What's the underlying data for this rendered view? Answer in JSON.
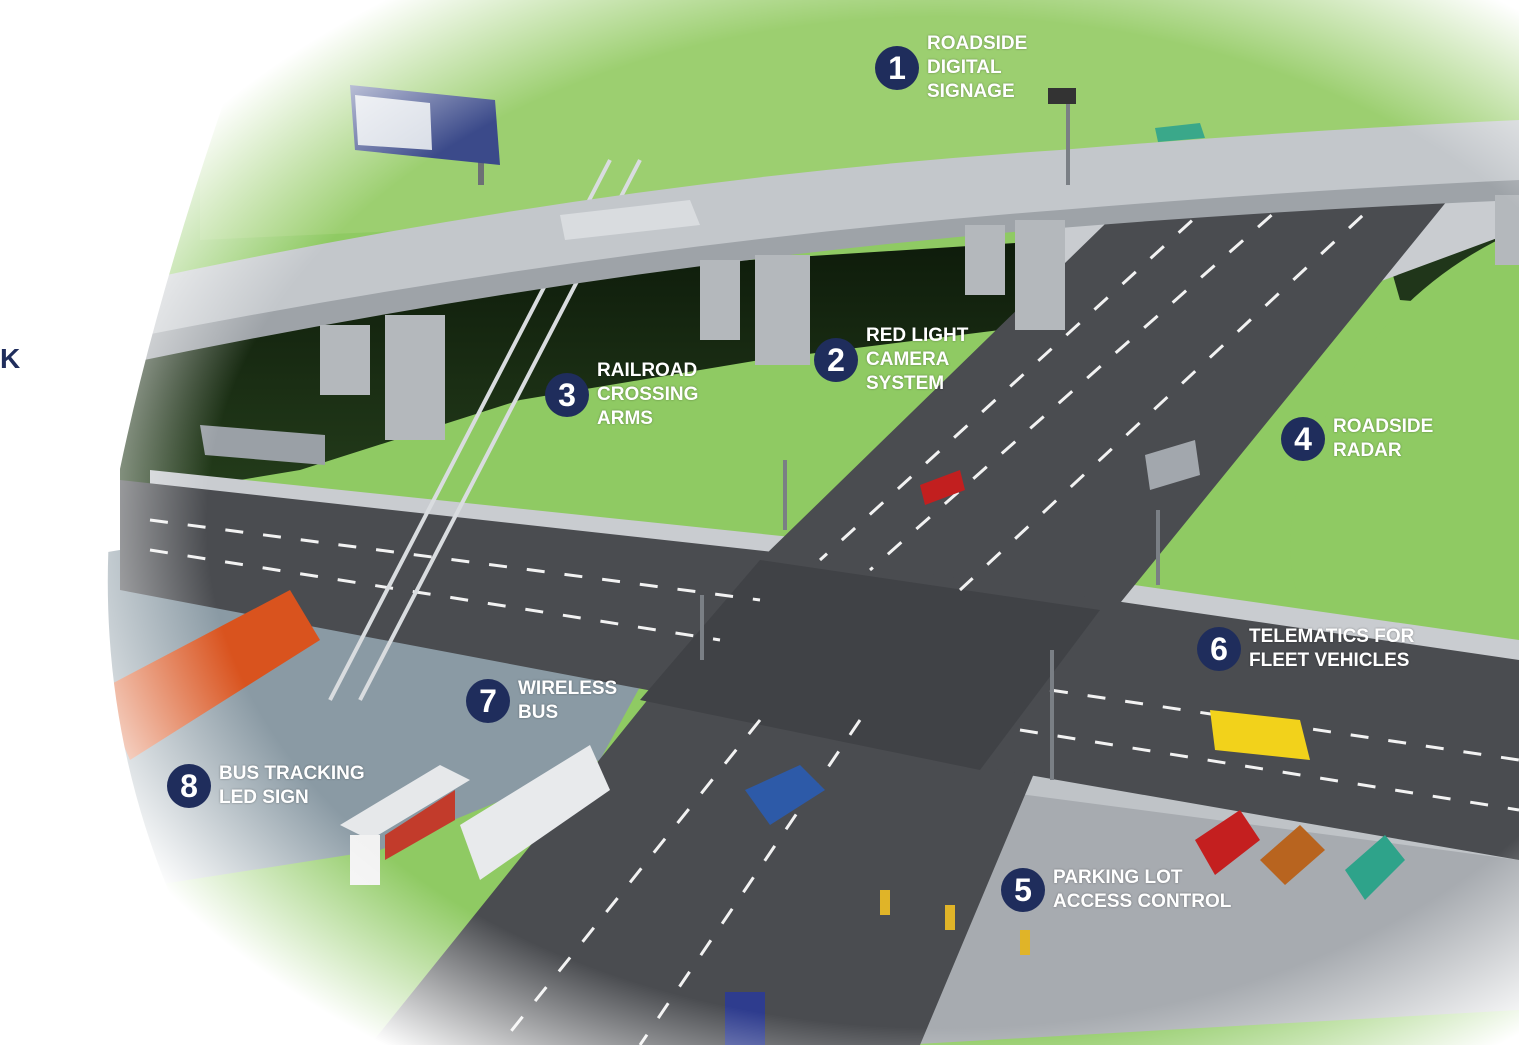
{
  "edge_text": "K",
  "colors": {
    "badge": "#1f2d5c",
    "grass": "#8fca63",
    "asphalt": "#4a4c50",
    "concrete": "#c9ccd0",
    "label_text": "#ffffff"
  },
  "callouts": [
    {
      "number": "1",
      "lines": [
        "ROADSIDE",
        "DIGITAL",
        "SIGNAGE"
      ]
    },
    {
      "number": "2",
      "lines": [
        "RED LIGHT",
        "CAMERA",
        "SYSTEM"
      ]
    },
    {
      "number": "3",
      "lines": [
        "RAILROAD",
        "CROSSING",
        "ARMS"
      ]
    },
    {
      "number": "4",
      "lines": [
        "ROADSIDE",
        "RADAR"
      ]
    },
    {
      "number": "5",
      "lines": [
        "PARKING LOT",
        "ACCESS CONTROL"
      ]
    },
    {
      "number": "6",
      "lines": [
        "TELEMATICS FOR",
        "FLEET VEHICLES"
      ]
    },
    {
      "number": "7",
      "lines": [
        "WIRELESS",
        "BUS"
      ]
    },
    {
      "number": "8",
      "lines": [
        "BUS TRACKING",
        "LED SIGN"
      ]
    }
  ]
}
